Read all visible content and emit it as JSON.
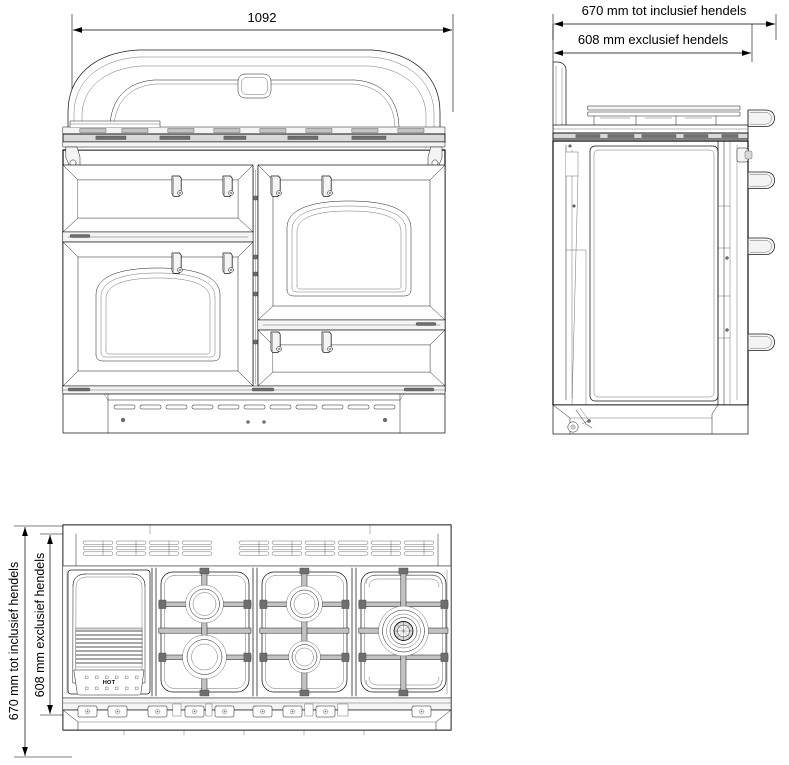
{
  "drawing": {
    "title": "Range cooker dimensioned technical drawing",
    "units": "mm",
    "line_color": "#1a1a1a",
    "background_color": "#ffffff"
  },
  "dimensions": {
    "front_width": {
      "label": "1092",
      "value": 1092,
      "unit": "mm",
      "orientation": "horizontal",
      "view": "front-elevation"
    },
    "side_depth_incl_handles": {
      "label": "670 mm tot inclusief hendels",
      "value": 670,
      "unit": "mm",
      "orientation": "horizontal",
      "view": "side-elevation"
    },
    "side_depth_excl_handles": {
      "label": "608 mm exclusief hendels",
      "value": 608,
      "unit": "mm",
      "orientation": "horizontal",
      "view": "side-elevation"
    },
    "plan_depth_incl_handles": {
      "label": "670 mm tot inclusief hendels",
      "value": 670,
      "unit": "mm",
      "orientation": "vertical",
      "view": "plan-top"
    },
    "plan_depth_excl_handles": {
      "label": "608 mm exclusief hendels",
      "value": 608,
      "unit": "mm",
      "orientation": "vertical",
      "view": "plan-top"
    }
  },
  "views": {
    "front": {
      "name": "front-elevation",
      "features": {
        "backguard": "rounded splashback with central badge plate",
        "left_compartment": "upper storage drawer over large oven with arched glass window",
        "right_compartment": "large oven with arched glass window over lower warming drawer",
        "plinth": "vented kickplate with slotted louvres",
        "handle_count": 4
      }
    },
    "side": {
      "name": "side-elevation",
      "features": {
        "handle_count": 4,
        "control_knob": "single side knob detail",
        "hob_profile": "gas hob with grate profile",
        "plinth": "recessed base with adjustable foot"
      }
    },
    "plan": {
      "name": "plan-top",
      "features": {
        "griddle": "ribbed griddle plate at left with perforated HOT warning plate",
        "burners": [
          {
            "name": "burner-rear-left",
            "type": "semi-rapid"
          },
          {
            "name": "burner-front-left",
            "type": "rapid"
          },
          {
            "name": "burner-rear-centre",
            "type": "semi-rapid"
          },
          {
            "name": "burner-front-centre",
            "type": "auxiliary"
          },
          {
            "name": "burner-wok-right",
            "type": "wok-multi-ring"
          }
        ],
        "burner_count": 5,
        "grate_count": 4,
        "backguard_vents": "two banks of horizontal louvre slots"
      }
    }
  },
  "labels": {
    "hot_plate": "HOT"
  }
}
